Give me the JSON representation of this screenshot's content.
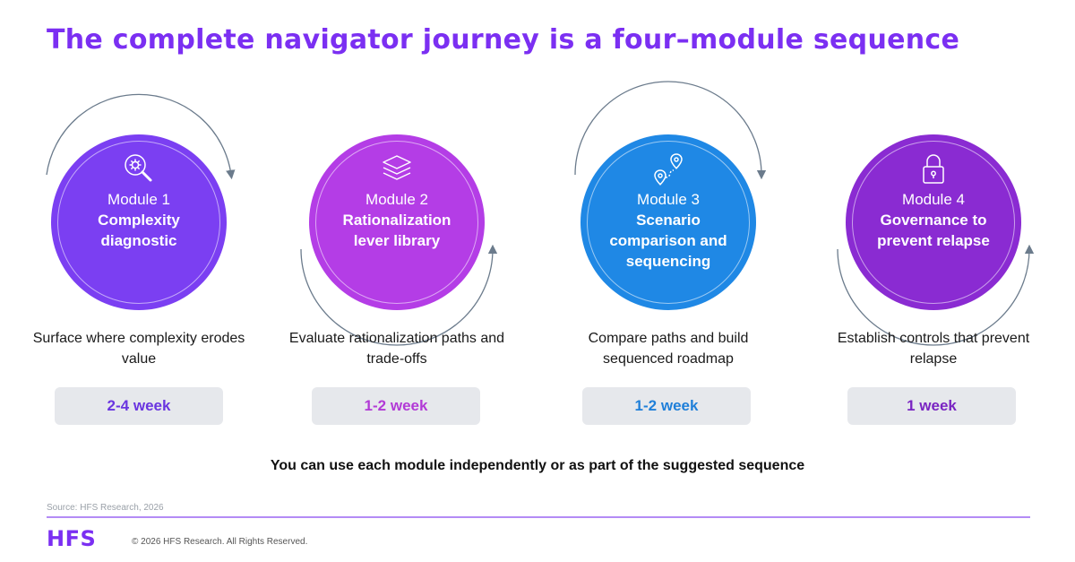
{
  "title": "The complete navigator journey is a four–module sequence",
  "modules": [
    {
      "label": "Module 1",
      "name": "Complexity diagnostic",
      "description": "Surface where complexity erodes value",
      "duration": "2-4 week",
      "icon": "magnifier-gear-icon",
      "color": "#7b3ff2",
      "text_color": "#6a35e0"
    },
    {
      "label": "Module 2",
      "name": "Rationalization lever library",
      "description": "Evaluate rationalization paths and trade-offs",
      "duration": "1-2 week",
      "icon": "layers-icon",
      "color": "#b43de6",
      "text_color": "#b23ad6"
    },
    {
      "label": "Module 3",
      "name": "Scenario comparison and sequencing",
      "description": "Compare paths and build sequenced roadmap",
      "duration": "1-2 week",
      "icon": "route-pins-icon",
      "color": "#1f88e5",
      "text_color": "#1f7fd9"
    },
    {
      "label": "Module 4",
      "name": "Governance to prevent relapse",
      "description": "Establish controls that prevent relapse",
      "duration": "1 week",
      "icon": "padlock-icon",
      "color": "#8a2bd2",
      "text_color": "#7a24c2"
    }
  ],
  "note": "You can use each module independently or as part of the suggested sequence",
  "source": "Source: HFS Research, 2026",
  "logo": "HFS",
  "copyright": "© 2026 HFS Research. All Rights Reserved."
}
